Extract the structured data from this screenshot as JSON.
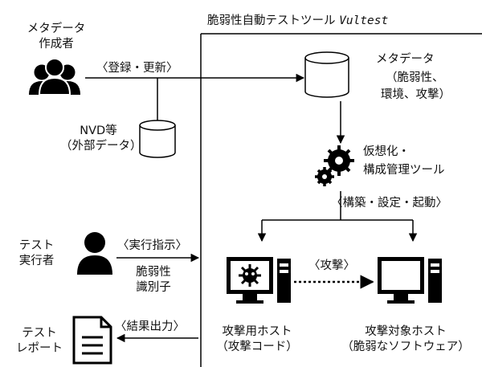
{
  "system": {
    "title": "脆弱性自動テストツール",
    "title_en": "Vultest"
  },
  "actors": {
    "author": {
      "line1": "メタデータ",
      "line2": "作成者"
    },
    "executor": {
      "line1": "テスト",
      "line2": "実行者"
    }
  },
  "arrows": {
    "register": "〈登録・更新〉",
    "instruct": "〈実行指示〉",
    "build": "〈構築・設定・起動〉",
    "attack": "〈攻撃〉",
    "output": "〈結果出力〉"
  },
  "data_stores": {
    "nvd": {
      "line1": "NVD等",
      "line2": "（外部データ）"
    },
    "metadata": {
      "line1": "メタデータ",
      "line2": "（脆弱性、",
      "line3": "環境、攻撃）"
    }
  },
  "vuln_id": {
    "line1": "脆弱性",
    "line2": "識別子"
  },
  "tool": {
    "line1": "仮想化・",
    "line2": "構成管理ツール"
  },
  "hosts": {
    "attacker": {
      "line1": "攻撃用ホスト",
      "line2": "（攻撃コード）"
    },
    "target": {
      "line1": "攻撃対象ホスト",
      "line2": "（脆弱なソフトウェア）"
    }
  },
  "report": {
    "line1": "テスト",
    "line2": "レポート"
  }
}
